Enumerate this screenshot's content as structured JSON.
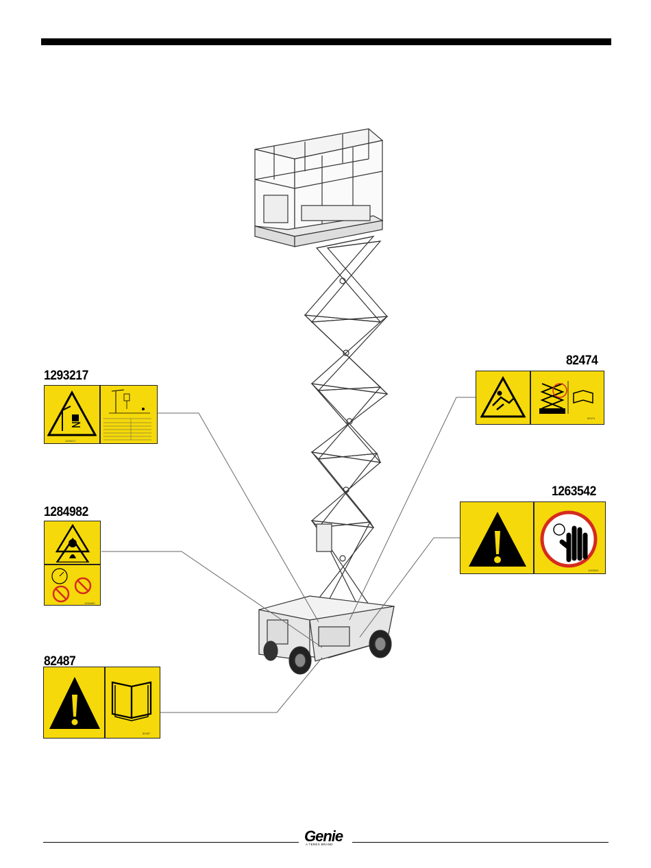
{
  "decals": {
    "d1293217": {
      "number": "1293217",
      "code": "1293217"
    },
    "d1284982": {
      "number": "1284982",
      "code": "1284982"
    },
    "d82487": {
      "number": "82487",
      "code": "82487"
    },
    "d82474": {
      "number": "82474",
      "code": "82474"
    },
    "d1263542": {
      "number": "1263542",
      "code": "1263542"
    }
  },
  "footer": {
    "brand": "Genie",
    "tagline": "A TEREX BRAND"
  },
  "colors": {
    "decal_yellow": "#f5d90a",
    "leader_line": "#666666",
    "prohibition_red": "#d62b1f"
  }
}
